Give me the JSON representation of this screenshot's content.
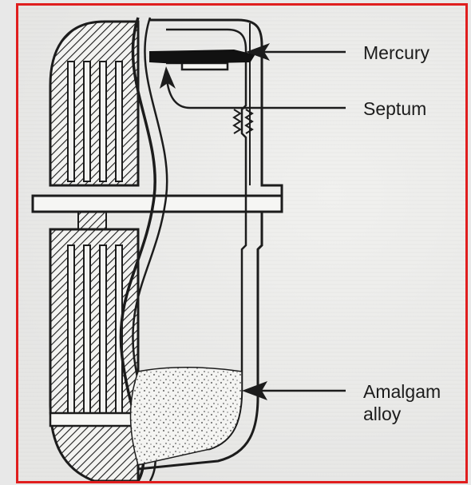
{
  "figure": {
    "labels": {
      "mercury": "Mercury",
      "septum": "Septum",
      "amalgam_line1": "Amalgam",
      "amalgam_line2": "alloy"
    }
  },
  "colors": {
    "border": "#e01e1e",
    "ink": "#1c1c1c",
    "paper": "#f1f1ef"
  }
}
